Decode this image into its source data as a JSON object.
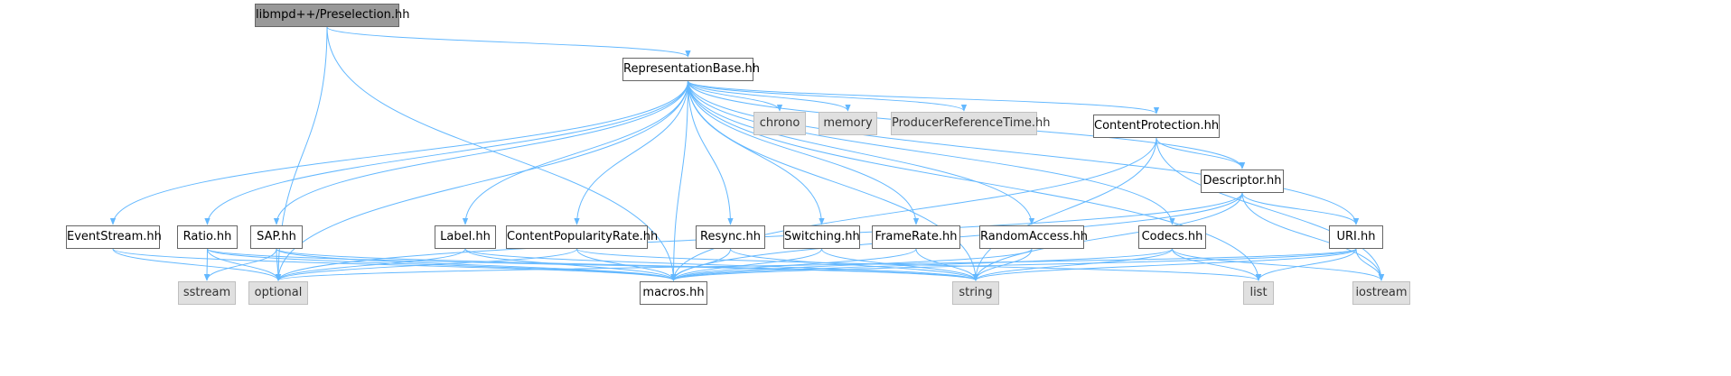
{
  "diagram": {
    "edge_color": "#63b8ff",
    "nodes": {
      "preselection": {
        "label": "libmpd++/Preselection.hh",
        "kind": "root"
      },
      "representationbase": {
        "label": "RepresentationBase.hh",
        "kind": "header"
      },
      "chrono": {
        "label": "chrono",
        "kind": "system"
      },
      "memory": {
        "label": "memory",
        "kind": "system"
      },
      "producerreferencetime": {
        "label": "ProducerReferenceTime.hh",
        "kind": "system"
      },
      "contentprotection": {
        "label": "ContentProtection.hh",
        "kind": "header"
      },
      "descriptor": {
        "label": "Descriptor.hh",
        "kind": "header"
      },
      "eventstream": {
        "label": "EventStream.hh",
        "kind": "header"
      },
      "ratio": {
        "label": "Ratio.hh",
        "kind": "header"
      },
      "sap": {
        "label": "SAP.hh",
        "kind": "header"
      },
      "label": {
        "label": "Label.hh",
        "kind": "header"
      },
      "contentpopularityrate": {
        "label": "ContentPopularityRate.hh",
        "kind": "header"
      },
      "resync": {
        "label": "Resync.hh",
        "kind": "header"
      },
      "switching": {
        "label": "Switching.hh",
        "kind": "header"
      },
      "framerate": {
        "label": "FrameRate.hh",
        "kind": "header"
      },
      "randomaccess": {
        "label": "RandomAccess.hh",
        "kind": "header"
      },
      "codecs": {
        "label": "Codecs.hh",
        "kind": "header"
      },
      "uri": {
        "label": "URI.hh",
        "kind": "header"
      },
      "sstream": {
        "label": "sstream",
        "kind": "system"
      },
      "optional": {
        "label": "optional",
        "kind": "system"
      },
      "macros": {
        "label": "macros.hh",
        "kind": "header"
      },
      "string": {
        "label": "string",
        "kind": "system"
      },
      "list": {
        "label": "list",
        "kind": "system"
      },
      "iostream": {
        "label": "iostream",
        "kind": "system"
      }
    },
    "edges": [
      [
        "preselection",
        "representationbase"
      ],
      [
        "preselection",
        "optional"
      ],
      [
        "preselection",
        "macros"
      ],
      [
        "representationbase",
        "chrono"
      ],
      [
        "representationbase",
        "memory"
      ],
      [
        "representationbase",
        "producerreferencetime"
      ],
      [
        "representationbase",
        "contentprotection"
      ],
      [
        "representationbase",
        "descriptor"
      ],
      [
        "representationbase",
        "eventstream"
      ],
      [
        "representationbase",
        "ratio"
      ],
      [
        "representationbase",
        "sap"
      ],
      [
        "representationbase",
        "label"
      ],
      [
        "representationbase",
        "contentpopularityrate"
      ],
      [
        "representationbase",
        "resync"
      ],
      [
        "representationbase",
        "switching"
      ],
      [
        "representationbase",
        "framerate"
      ],
      [
        "representationbase",
        "randomaccess"
      ],
      [
        "representationbase",
        "codecs"
      ],
      [
        "representationbase",
        "uri"
      ],
      [
        "representationbase",
        "optional"
      ],
      [
        "representationbase",
        "macros"
      ],
      [
        "representationbase",
        "string"
      ],
      [
        "representationbase",
        "list"
      ],
      [
        "contentprotection",
        "descriptor"
      ],
      [
        "contentprotection",
        "macros"
      ],
      [
        "contentprotection",
        "string"
      ],
      [
        "contentprotection",
        "iostream"
      ],
      [
        "descriptor",
        "uri"
      ],
      [
        "descriptor",
        "optional"
      ],
      [
        "descriptor",
        "macros"
      ],
      [
        "descriptor",
        "string"
      ],
      [
        "descriptor",
        "iostream"
      ],
      [
        "eventstream",
        "optional"
      ],
      [
        "eventstream",
        "macros"
      ],
      [
        "ratio",
        "sstream"
      ],
      [
        "ratio",
        "optional"
      ],
      [
        "ratio",
        "macros"
      ],
      [
        "ratio",
        "string"
      ],
      [
        "sap",
        "sstream"
      ],
      [
        "sap",
        "optional"
      ],
      [
        "sap",
        "macros"
      ],
      [
        "sap",
        "string"
      ],
      [
        "label",
        "optional"
      ],
      [
        "label",
        "macros"
      ],
      [
        "label",
        "string"
      ],
      [
        "contentpopularityrate",
        "optional"
      ],
      [
        "contentpopularityrate",
        "macros"
      ],
      [
        "contentpopularityrate",
        "list"
      ],
      [
        "resync",
        "macros"
      ],
      [
        "resync",
        "string"
      ],
      [
        "switching",
        "macros"
      ],
      [
        "switching",
        "string"
      ],
      [
        "framerate",
        "macros"
      ],
      [
        "framerate",
        "string"
      ],
      [
        "randomaccess",
        "macros"
      ],
      [
        "randomaccess",
        "string"
      ],
      [
        "codecs",
        "macros"
      ],
      [
        "codecs",
        "string"
      ],
      [
        "codecs",
        "list"
      ],
      [
        "codecs",
        "iostream"
      ],
      [
        "uri",
        "optional"
      ],
      [
        "uri",
        "macros"
      ],
      [
        "uri",
        "string"
      ],
      [
        "uri",
        "list"
      ],
      [
        "uri",
        "iostream"
      ]
    ]
  }
}
